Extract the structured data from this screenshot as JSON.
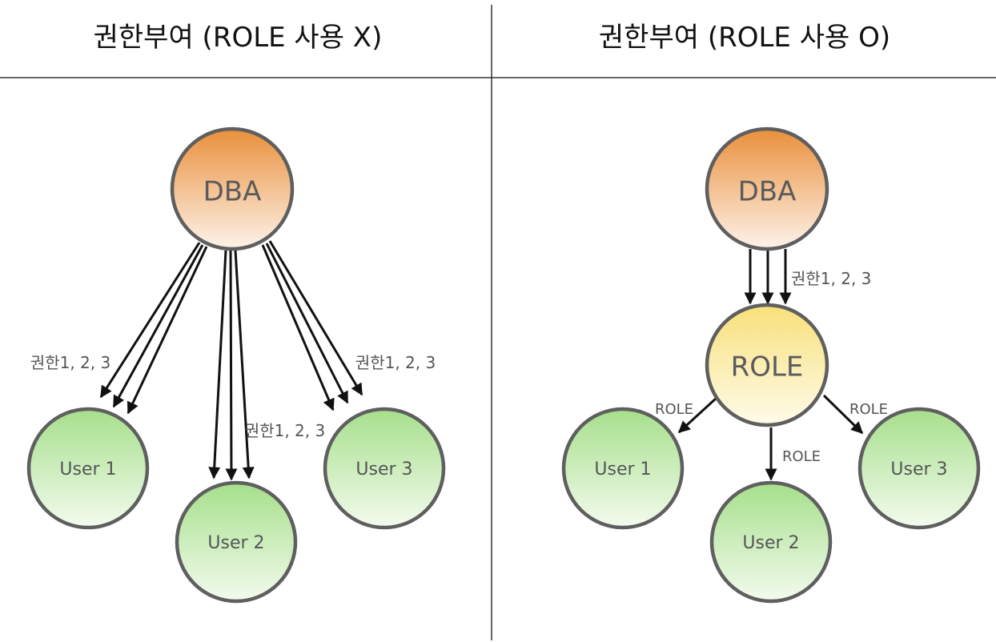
{
  "panels": {
    "left": {
      "title": "권한부여 (ROLE 사용 X)",
      "nodes": {
        "dba": "DBA",
        "user1": "User 1",
        "user2": "User 2",
        "user3": "User 3"
      },
      "edge_labels": {
        "to_user1": "권한1, 2, 3",
        "to_user2": "권한1, 2, 3",
        "to_user3": "권한1, 2, 3"
      }
    },
    "right": {
      "title": "권한부여 (ROLE 사용 O)",
      "nodes": {
        "dba": "DBA",
        "role": "ROLE",
        "user1": "User 1",
        "user2": "User 2",
        "user3": "User 3"
      },
      "edge_labels": {
        "to_role": "권한1, 2, 3",
        "to_user1": "ROLE",
        "to_user2": "ROLE",
        "to_user3": "ROLE"
      }
    }
  },
  "colors": {
    "dba_top": "#e98f3b",
    "dba_bottom": "#fdf3ea",
    "role_top": "#f8e07a",
    "role_bottom": "#fefbe9",
    "user_top": "#a6df8b",
    "user_bottom": "#f3fbee",
    "node_stroke": "#5f5f5f",
    "arrow": "#111111",
    "divider": "#333333"
  }
}
